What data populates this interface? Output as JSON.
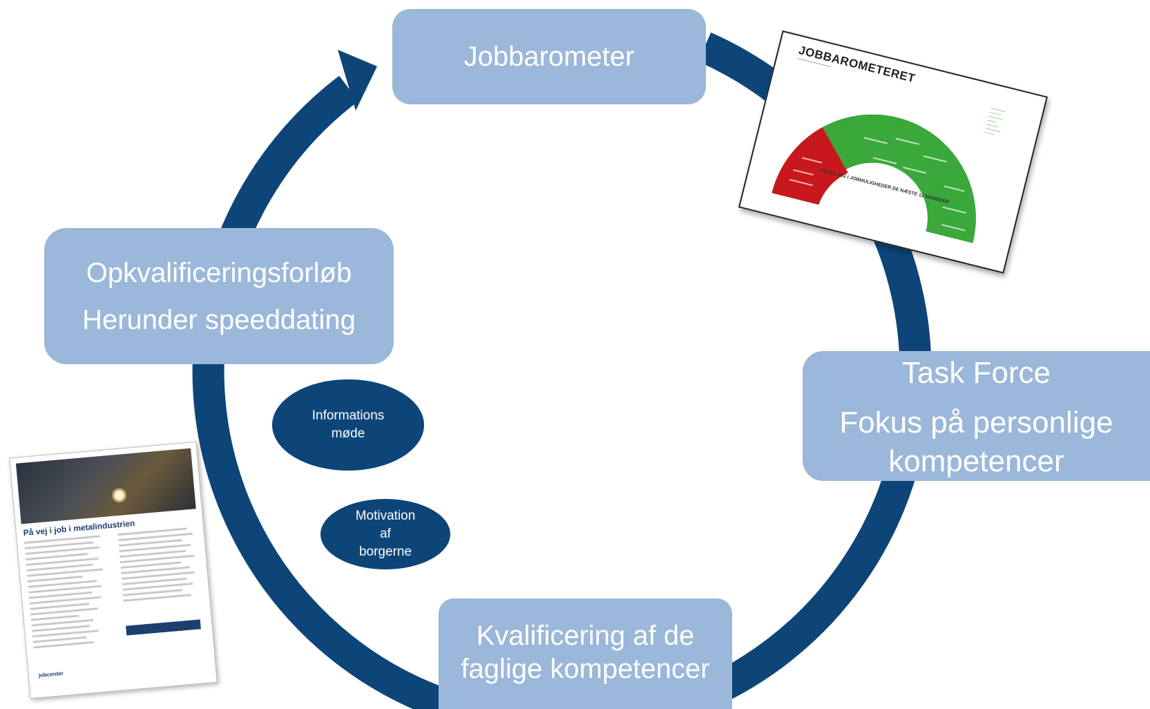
{
  "diagram": {
    "nodes": {
      "jobbarometer": {
        "lines": [
          "Jobbarometer"
        ]
      },
      "opkval": {
        "lines": [
          "Opkvalificeringsforløb",
          "Herunder speeddating"
        ]
      },
      "taskforce": {
        "lines": [
          "Task Force",
          "Fokus på personlige",
          "kompetencer"
        ]
      },
      "kval": {
        "lines": [
          "Kvalificering af de",
          "faglige kompetencer"
        ]
      }
    },
    "ovals": {
      "info": {
        "lines": [
          "Informations",
          "møde"
        ]
      },
      "motivation": {
        "lines": [
          "Motivation",
          "af",
          "borgerne"
        ]
      }
    },
    "thumbnails": {
      "barometer": {
        "title": "JOBBAROMETERET",
        "center_label": "UDVIKLING I JOBMULIGHEDER DE NÆSTE 12 MÅNEDER"
      },
      "flyer": {
        "title": "På vej i job i metalindustrien",
        "logo": "jobcenter"
      }
    }
  },
  "colors": {
    "box_fill": "#9bb7d9",
    "cycle_arrow": "#0d4579",
    "oval_fill": "#0d4579",
    "text": "#ffffff",
    "gauge_red": "#c9181d",
    "gauge_green": "#3aa83a"
  }
}
